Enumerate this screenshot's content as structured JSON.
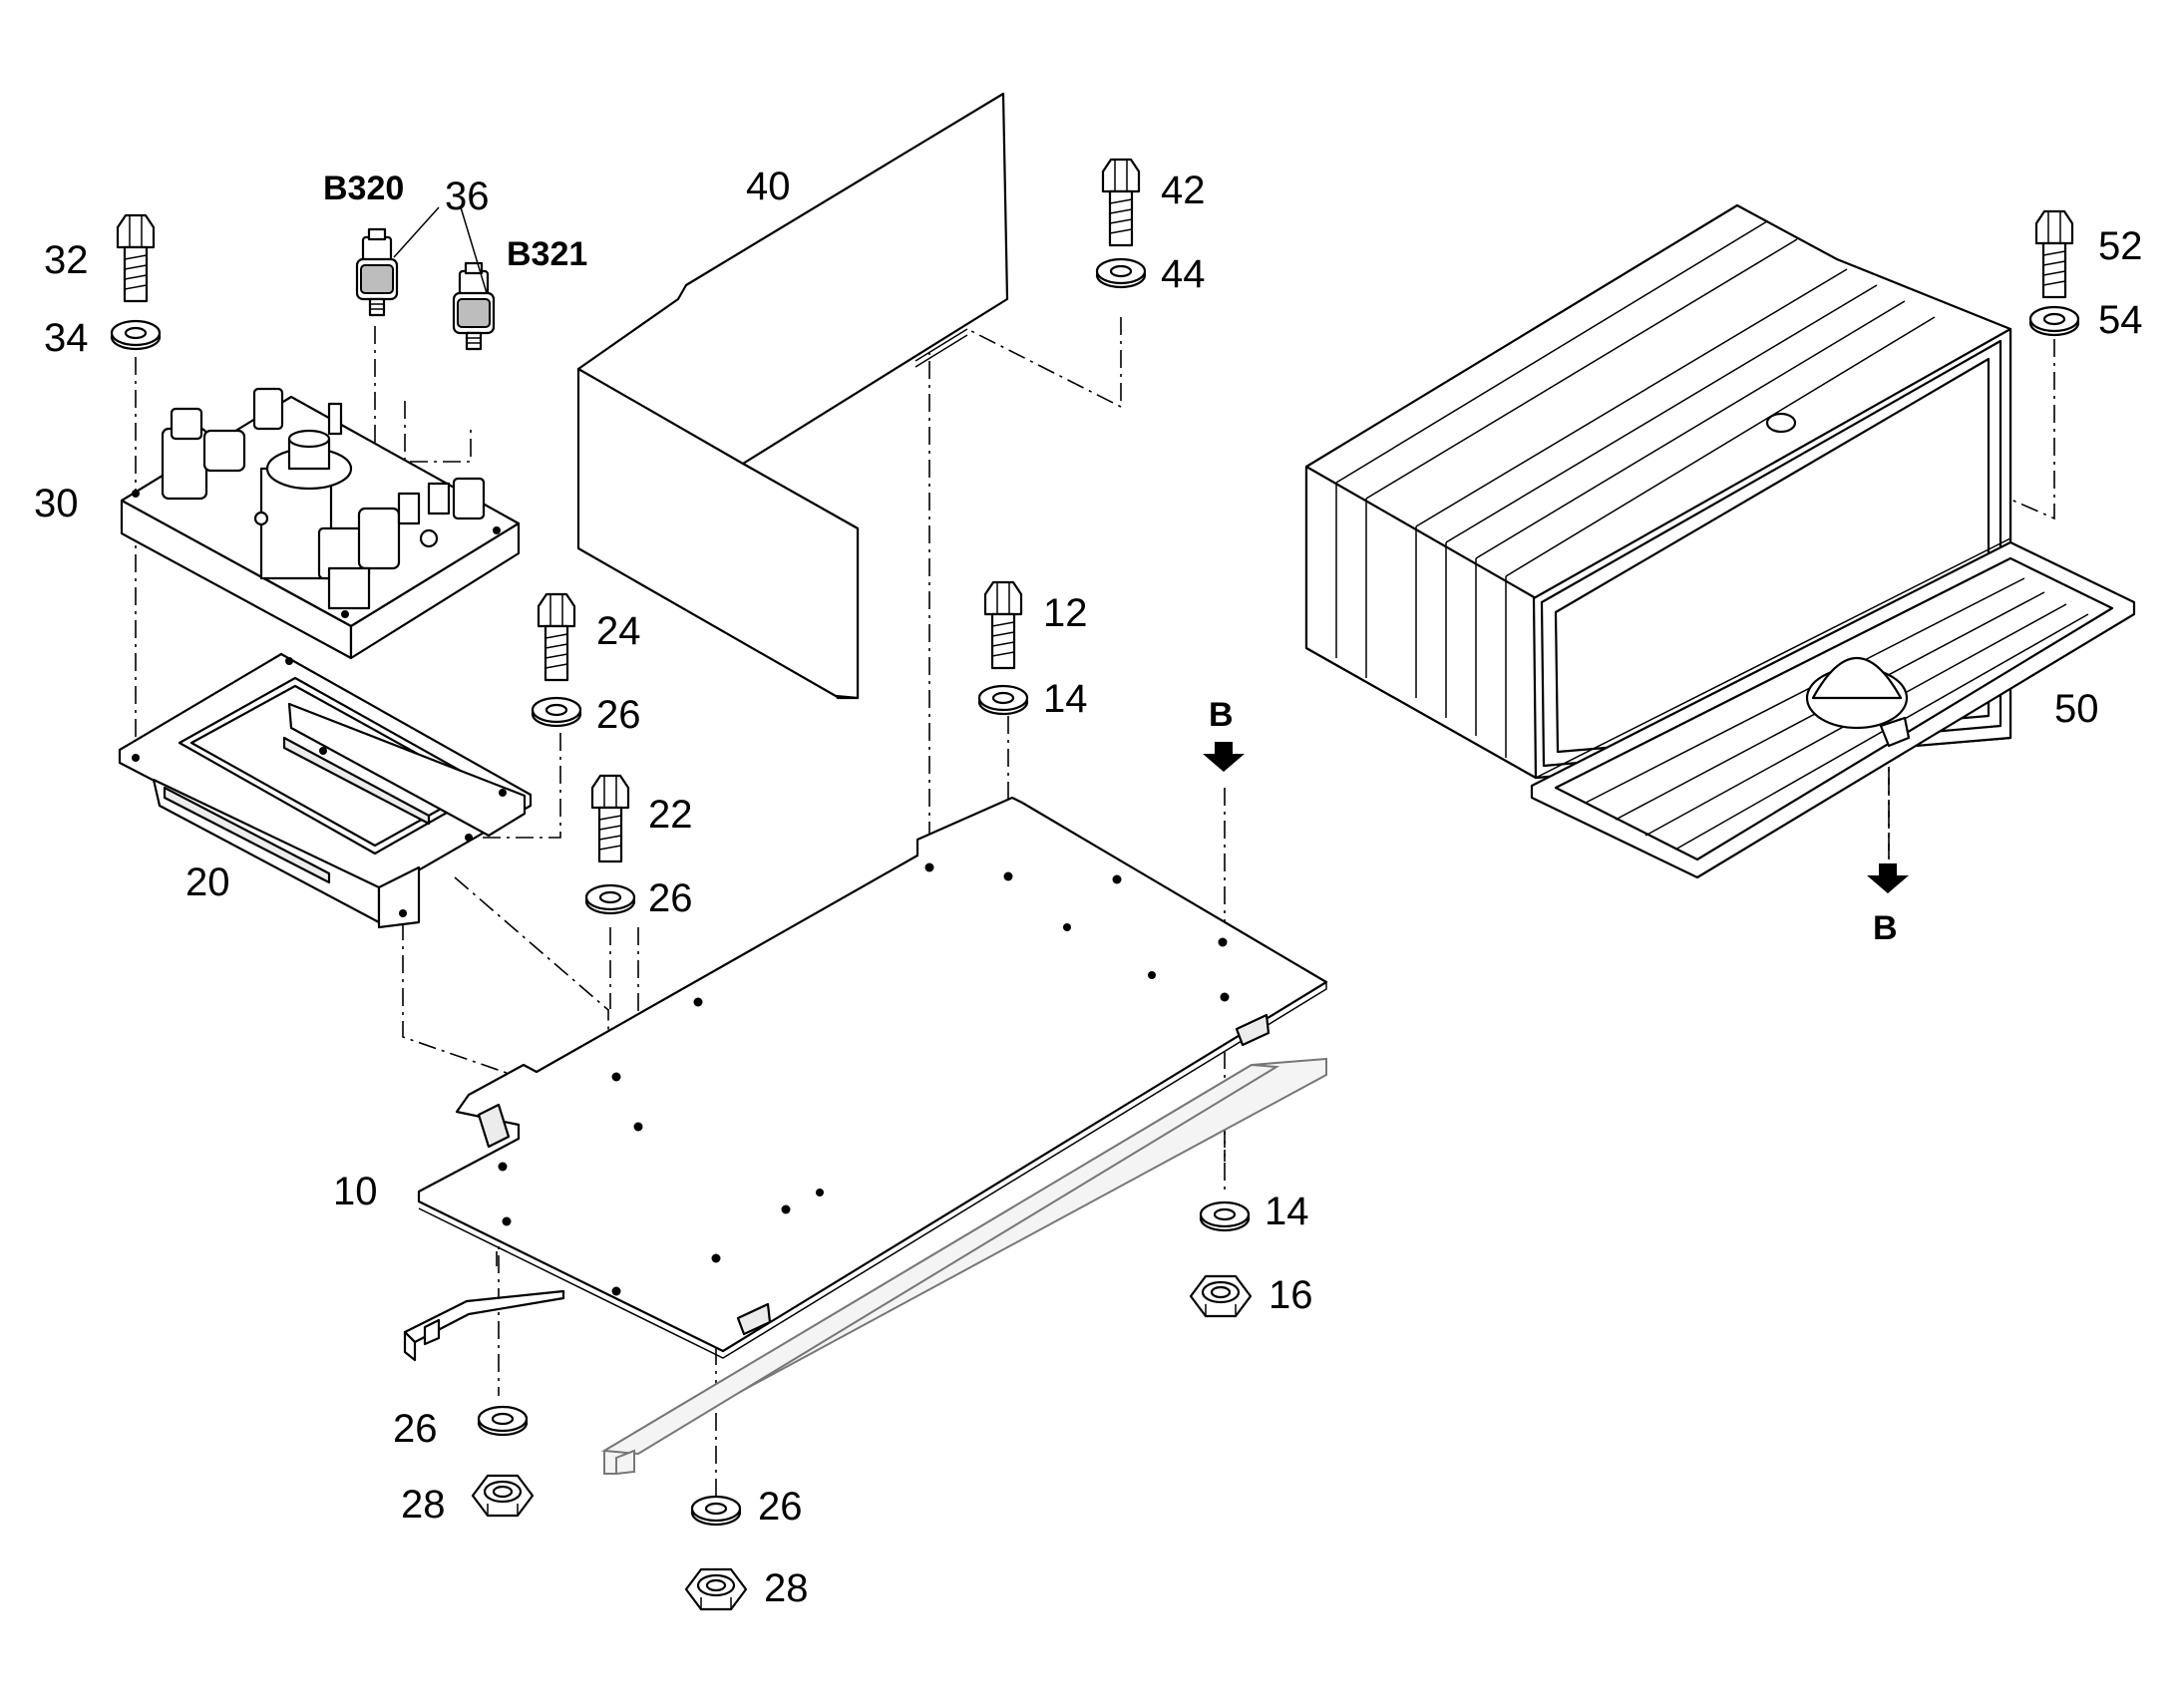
{
  "labels": {
    "p10": "10",
    "p12": "12",
    "p14a": "14",
    "p14b": "14",
    "p16": "16",
    "p20": "20",
    "p22": "22",
    "p24": "24",
    "p26a": "26",
    "p26b": "26",
    "p26c": "26",
    "p26d": "26",
    "p28a": "28",
    "p28b": "28",
    "p30": "30",
    "p32": "32",
    "p34": "34",
    "p36": "36",
    "p40": "40",
    "p42": "42",
    "p44": "44",
    "p50": "50",
    "p52": "52",
    "p54": "54",
    "b320": "B320",
    "b321": "B321",
    "view_top": "B",
    "view_bottom": "B"
  }
}
